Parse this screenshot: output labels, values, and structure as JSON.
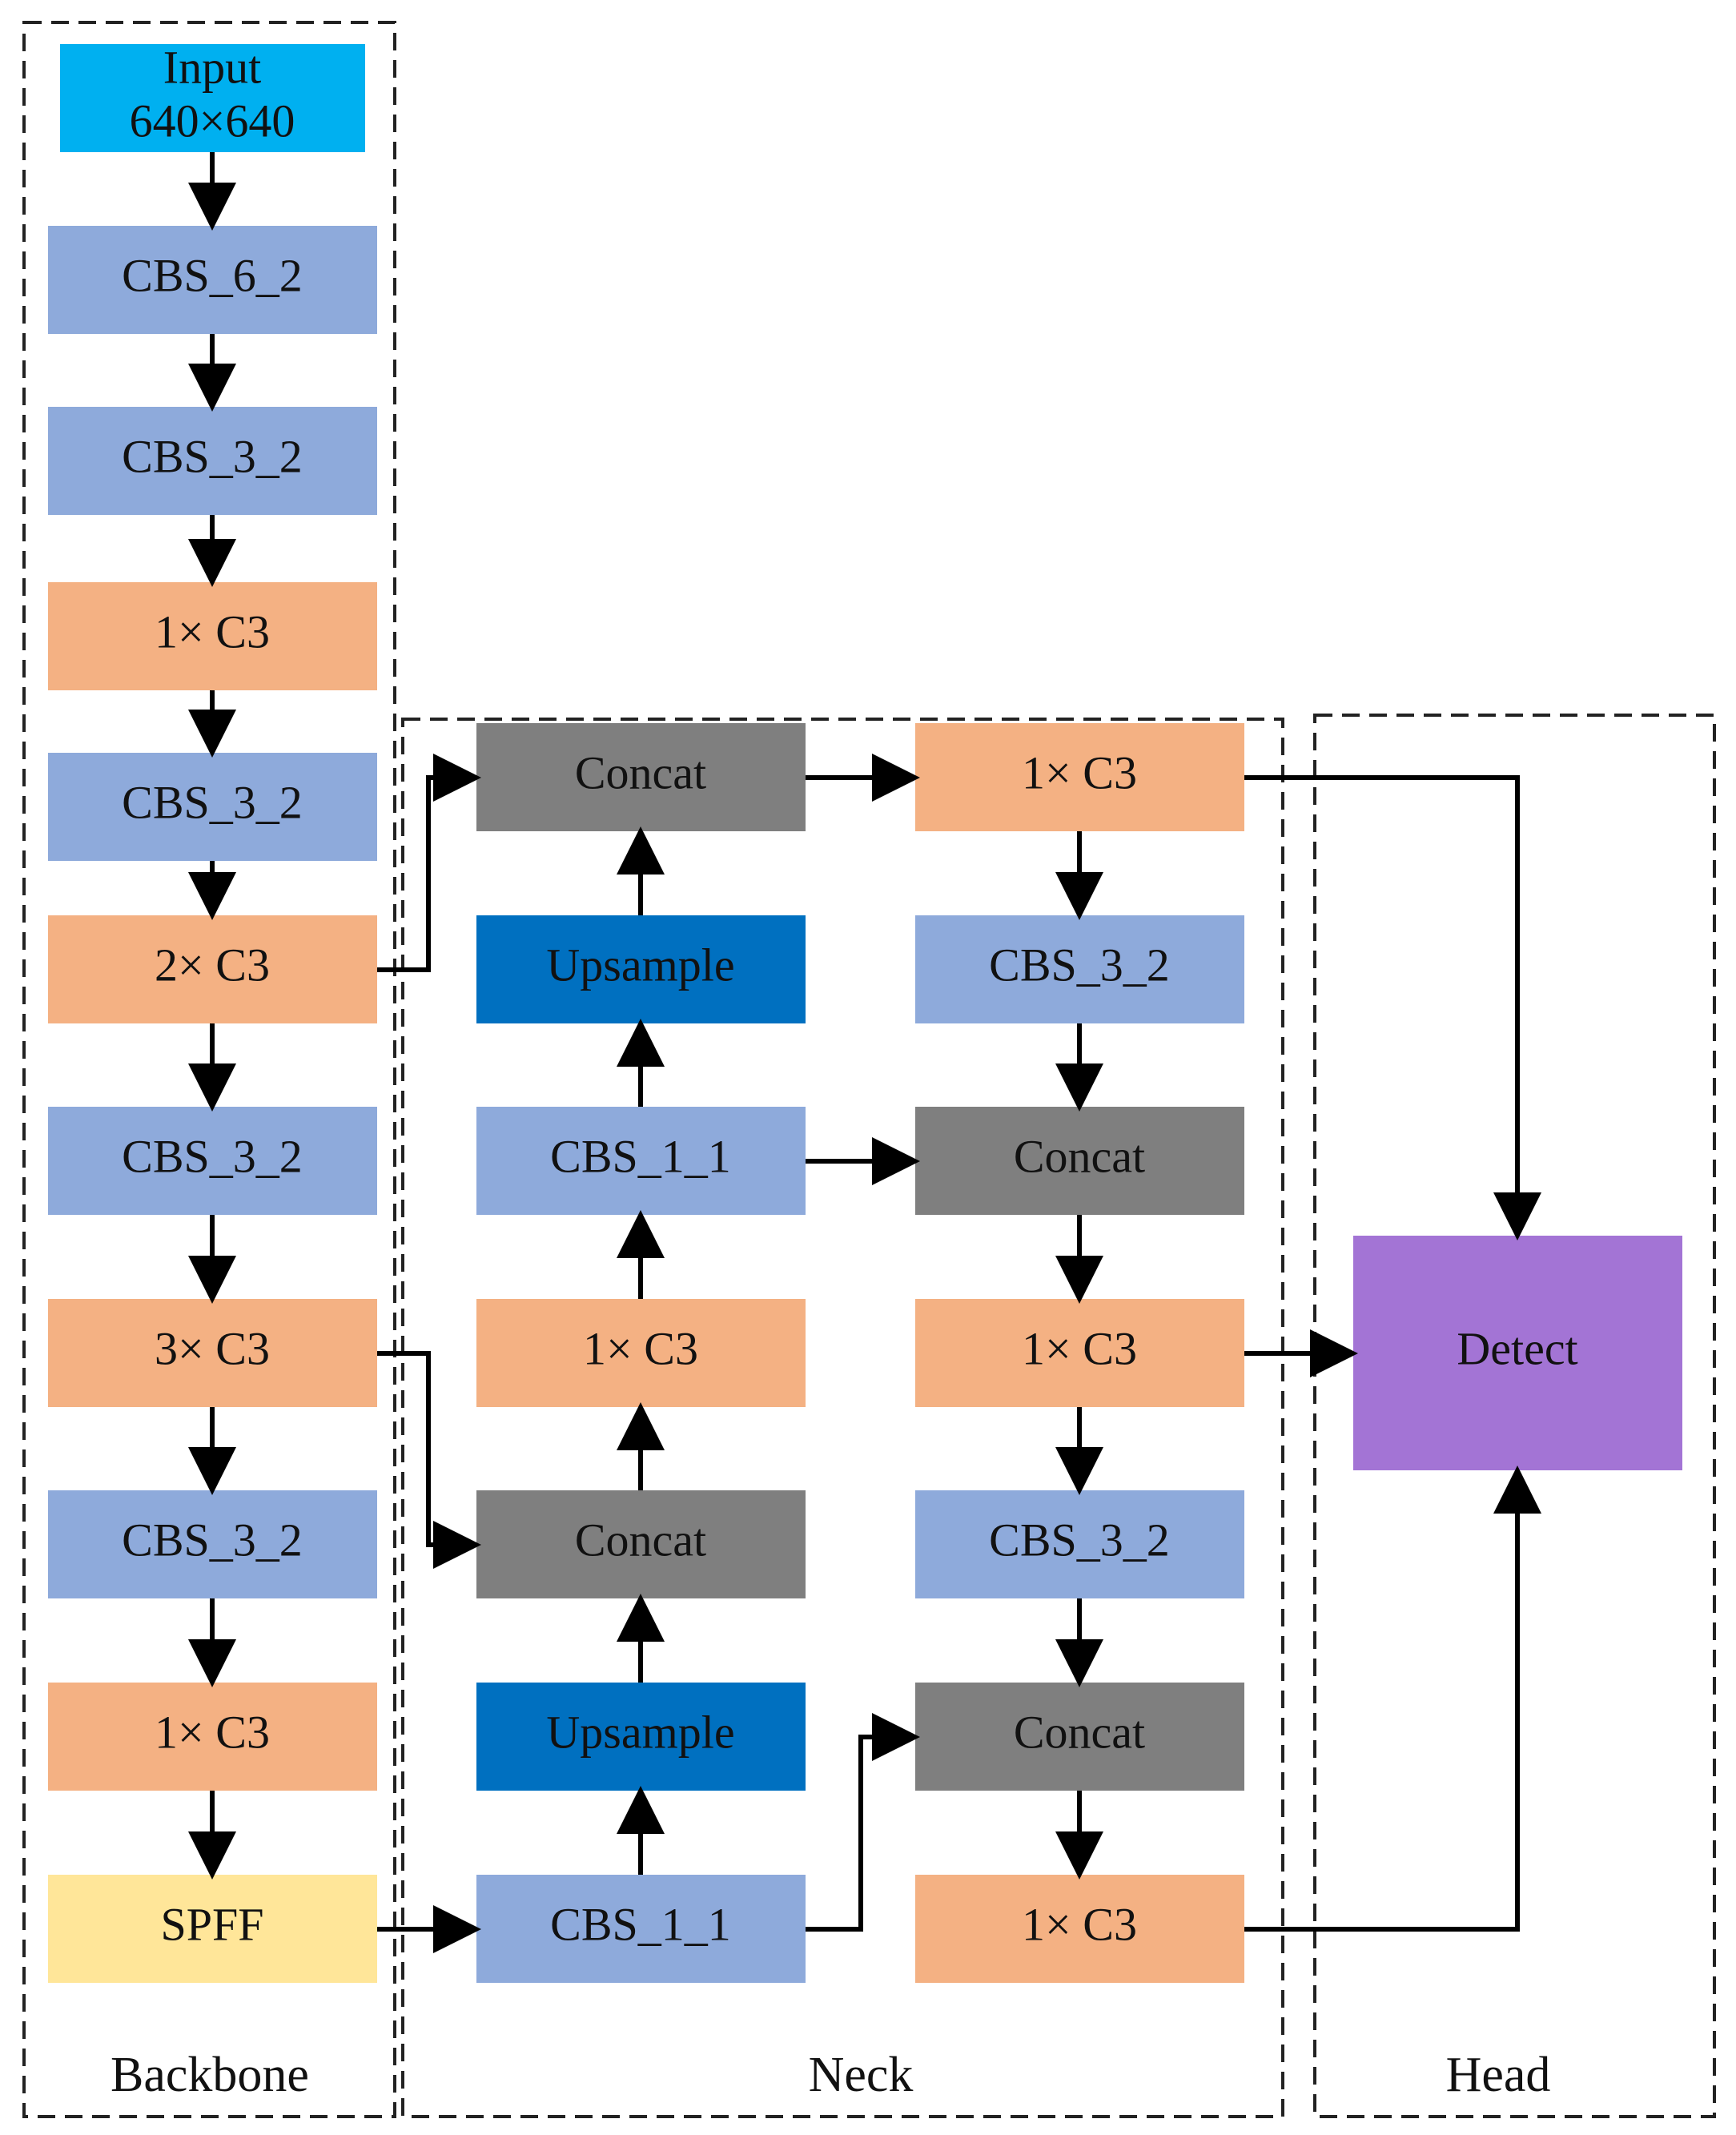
{
  "colors": {
    "input": "#00b0f0",
    "cbs": "#8eaadb",
    "c3": "#f4b183",
    "concat": "#7f7f7f",
    "upsample": "#0070c0",
    "spff": "#ffe699",
    "detect": "#a374d5",
    "arrow": "#000000"
  },
  "regions": {
    "backbone": "Backbone",
    "neck": "Neck",
    "head": "Head"
  },
  "backbone": {
    "input": {
      "line1": "Input",
      "line2": "640×640"
    },
    "blocks": [
      "CBS_6_2",
      "CBS_3_2",
      "1× C3",
      "CBS_3_2",
      "2× C3",
      "CBS_3_2",
      "3× C3",
      "CBS_3_2",
      "1× C3",
      "SPFF"
    ]
  },
  "neck": {
    "col1": [
      "Concat",
      "Upsample",
      "CBS_1_1",
      "1× C3",
      "Concat",
      "Upsample",
      "CBS_1_1"
    ],
    "col2": [
      "1× C3",
      "CBS_3_2",
      "Concat",
      "1× C3",
      "CBS_3_2",
      "Concat",
      "1× C3"
    ]
  },
  "head": {
    "detect": "Detect"
  }
}
